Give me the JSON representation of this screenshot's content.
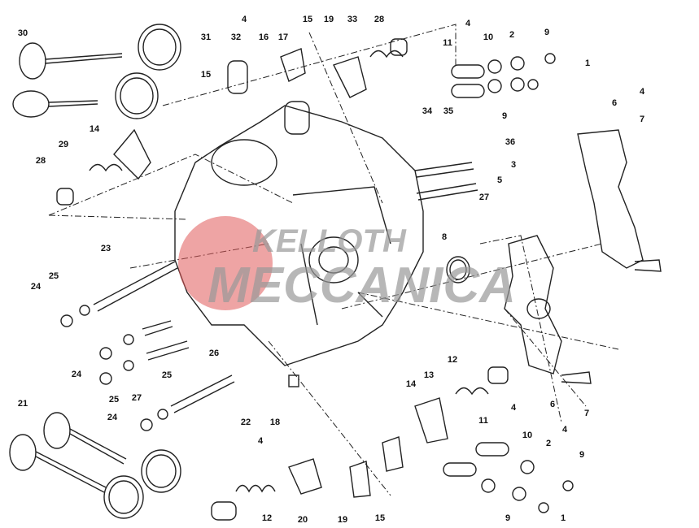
{
  "diagram": {
    "title": "Cylinder head exploded view",
    "watermark": {
      "logo_text": "KELLOTH MECCANICA",
      "color": "#e05a5a"
    },
    "labels": [
      "30",
      "31",
      "4",
      "32",
      "16",
      "17",
      "15",
      "19",
      "33",
      "28",
      "4",
      "11",
      "10",
      "2",
      "9",
      "1",
      "15",
      "14",
      "29",
      "28",
      "34",
      "35",
      "9",
      "4",
      "6",
      "7",
      "36",
      "3",
      "5",
      "27",
      "23",
      "8",
      "25",
      "24",
      "26",
      "12",
      "13",
      "14",
      "24",
      "25",
      "27",
      "25",
      "21",
      "24",
      "22",
      "18",
      "4",
      "4",
      "11",
      "10",
      "4",
      "2",
      "7",
      "6",
      "9",
      "12",
      "20",
      "19",
      "15",
      "9",
      "1"
    ]
  }
}
